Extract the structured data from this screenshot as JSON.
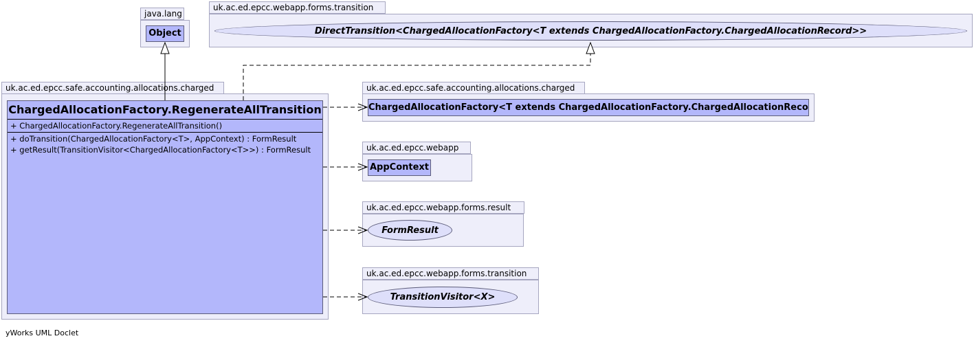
{
  "packages": {
    "java_lang": "java.lang",
    "forms_transition_top": "uk.ac.ed.epcc.webapp.forms.transition",
    "charged_main": "uk.ac.ed.epcc.safe.accounting.allocations.charged",
    "charged_right": "uk.ac.ed.epcc.safe.accounting.allocations.charged",
    "webapp": "uk.ac.ed.epcc.webapp",
    "forms_result": "uk.ac.ed.epcc.webapp.forms.result",
    "forms_transition_bottom": "uk.ac.ed.epcc.webapp.forms.transition"
  },
  "classes": {
    "object": "Object",
    "direct_transition": "DirectTransition<ChargedAllocationFactory<T extends ChargedAllocationFactory.ChargedAllocationRecord>>",
    "charged_allocation_factory": "ChargedAllocationFactory<T extends ChargedAllocationFactory.ChargedAllocationRecord>",
    "app_context": "AppContext",
    "form_result": "FormResult",
    "transition_visitor": "TransitionVisitor<X>"
  },
  "main_class": {
    "name": "ChargedAllocationFactory.RegenerateAllTransition",
    "constructors": [
      "+  ChargedAllocationFactory.RegenerateAllTransition()"
    ],
    "methods": [
      "+  doTransition(ChargedAllocationFactory<T>, AppContext) : FormResult",
      "+  getResult(TransitionVisitor<ChargedAllocationFactory<T>>) : FormResult"
    ]
  },
  "footer": "yWorks UML Doclet",
  "colors": {
    "package_fill": "#eeeefa",
    "class_fill": "#b3b7fb",
    "interface_fill": "#dedffa",
    "border": "#5c5c7a"
  }
}
